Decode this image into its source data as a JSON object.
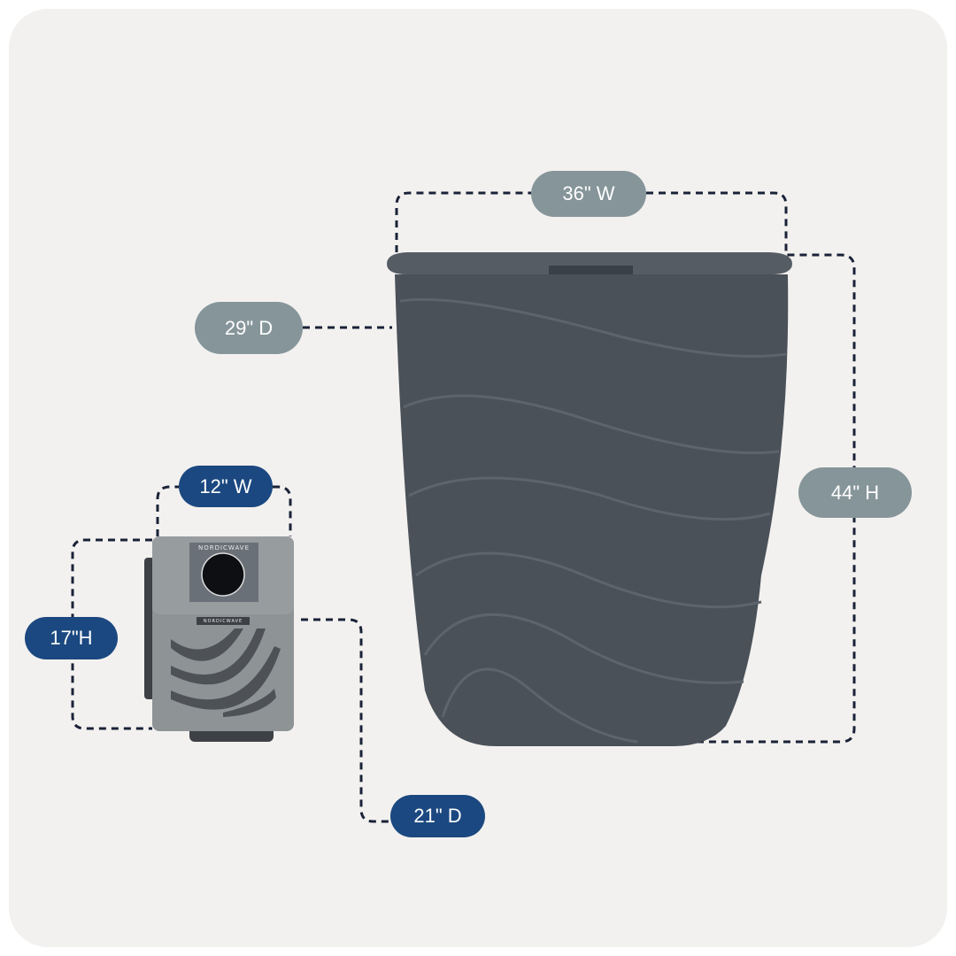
{
  "colors": {
    "background": "#f3f1ef",
    "gray_label": "#86959a",
    "navy_label": "#1b4880",
    "dash": "#1a2238",
    "tub": "#4a5159",
    "chiller": "#8e9396"
  },
  "tub_labels": {
    "width": "36\" W",
    "depth": "29\" D",
    "height": "44\" H"
  },
  "chiller_labels": {
    "width": "12\" W",
    "height": "17\"H",
    "depth": "21\" D"
  },
  "chiller_brand": "NORDICWAVE"
}
